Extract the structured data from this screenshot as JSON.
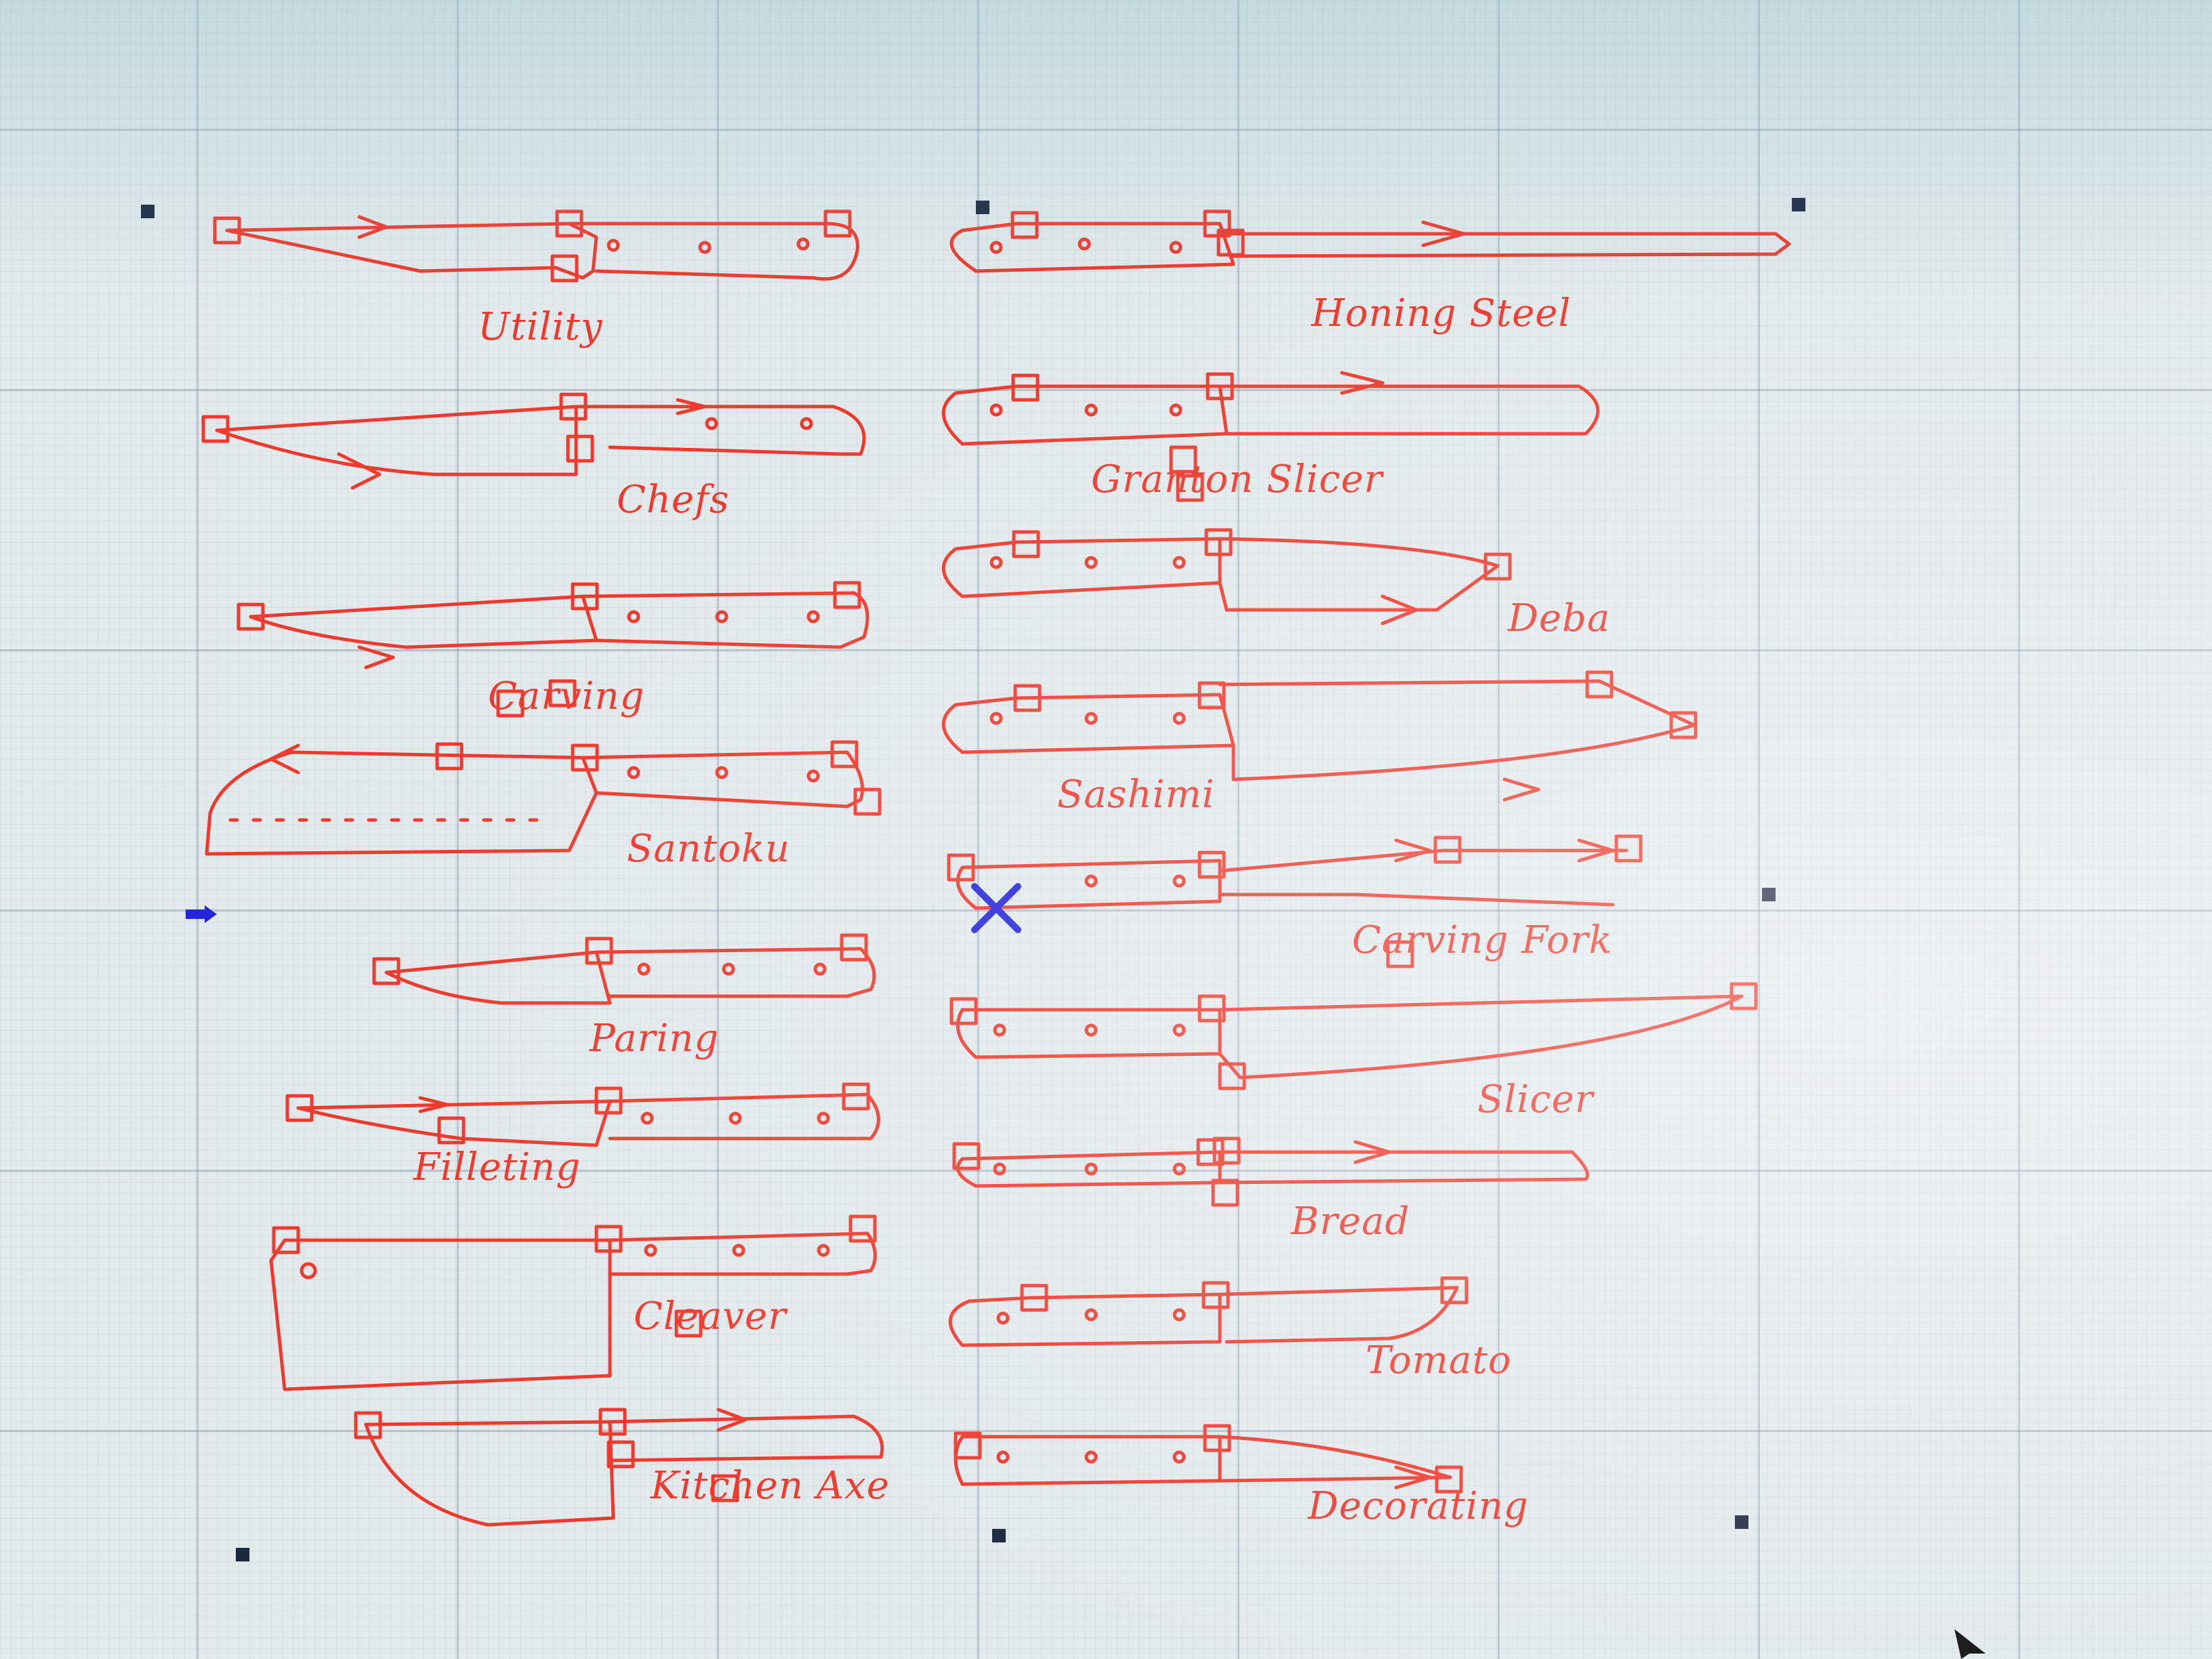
{
  "app": {
    "name": "Knife outline drawing"
  },
  "colors": {
    "stroke": "#ee3a2e",
    "grip": "#f2c21b",
    "cursor": "#2424d8",
    "selection": "#1c2740"
  },
  "knives": {
    "left": [
      {
        "label": "Utility"
      },
      {
        "label": "Chefs"
      },
      {
        "label": "Carving"
      },
      {
        "label": "Santoku"
      },
      {
        "label": "Paring"
      },
      {
        "label": "Filleting"
      },
      {
        "label": "Cleaver"
      },
      {
        "label": "Kitchen Axe"
      }
    ],
    "right": [
      {
        "label": "Honing Steel"
      },
      {
        "label": "Granton Slicer"
      },
      {
        "label": "Deba"
      },
      {
        "label": "Sashimi"
      },
      {
        "label": "Carving Fork"
      },
      {
        "label": "Slicer"
      },
      {
        "label": "Bread"
      },
      {
        "label": "Tomato"
      },
      {
        "label": "Decorating"
      }
    ]
  },
  "icons": {
    "cursor": "x-cross-icon",
    "pointer": "arrow-pointer-icon",
    "marker": "insertion-arrow-icon"
  }
}
